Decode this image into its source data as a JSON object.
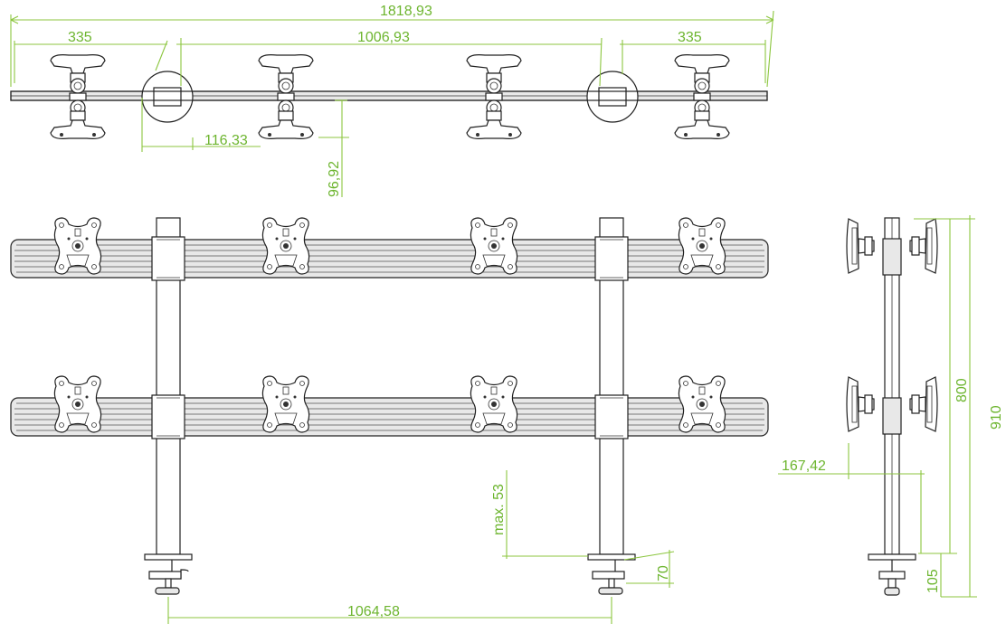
{
  "dimensions": {
    "top_overall_width": "1818,93",
    "top_left_offset": "335",
    "top_center_span": "1006,93",
    "top_right_offset": "335",
    "top_pole_to_mount": "116,33",
    "top_depth": "96,92",
    "front_max_desk": "max. 53",
    "front_clamp_height": "70",
    "front_pole_spacing": "1064,58",
    "side_depth": "167,42",
    "side_upper_height": "800",
    "side_total_height": "910",
    "side_clamp_height": "105"
  },
  "colors": {
    "dimension": "#8cc63f",
    "outline": "#202020"
  }
}
